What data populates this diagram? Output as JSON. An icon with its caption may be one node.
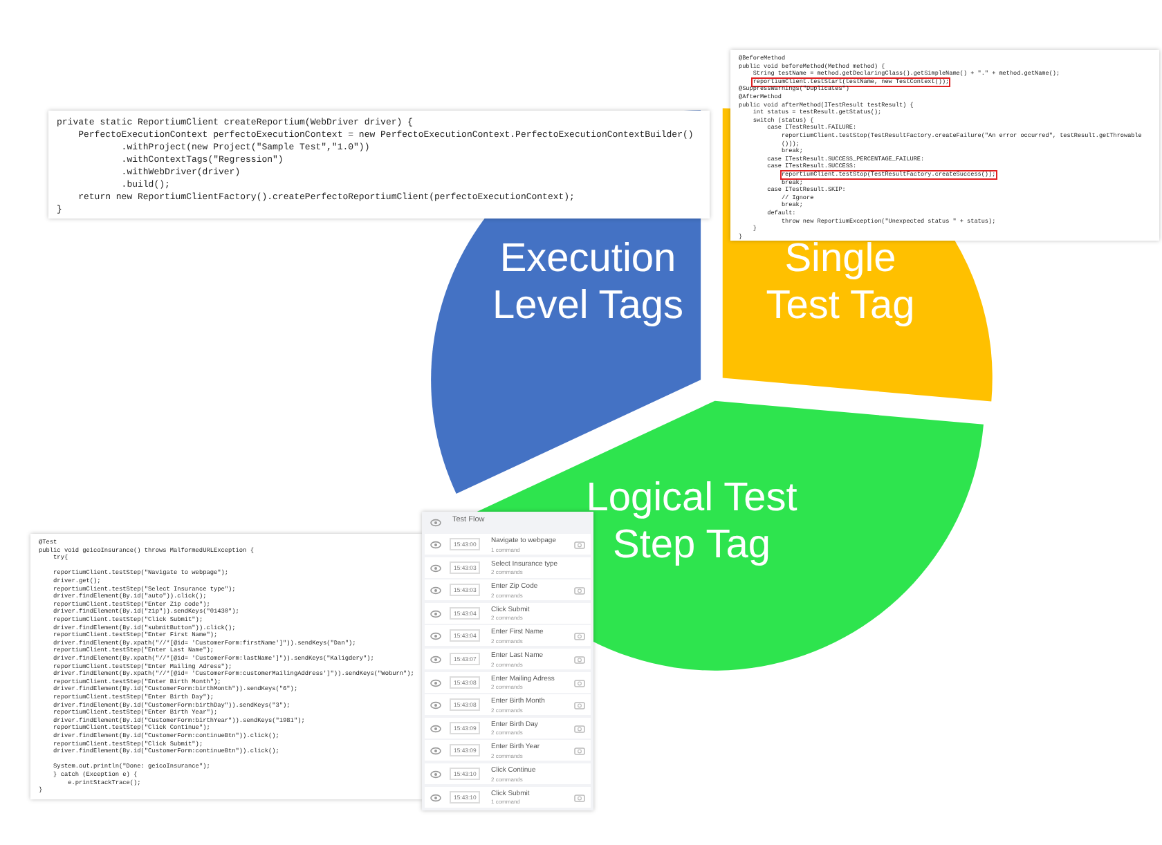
{
  "diagram": {
    "nodes": [
      {
        "text": [
          "Execution Level Tags"
        ]
      },
      {
        "text": [
          "Single Test Tag"
        ]
      },
      {
        "text": [
          "Logical Test Step Tag"
        ]
      }
    ],
    "labels": [
      "private static ReportiumClient createReportium(WebDriver driver) {",
      "PerfectoExecutionContext perfectoExecutionContext = new PerfectoExecutionContext.PerfectoExecutionContextBuilder()",
      ".withProject(new Project(\"Sample Test\",\"1.0\"))",
      ".withContextTags(\"Regression\")",
      ".withWebDriver(driver)",
      ".build();",
      "return new ReportiumClientFactory().createPerfectoReportiumClient(perfectoExecutionContext);",
      "}",
      "@BeforeMethod",
      "public void beforeMethod(Method method) {",
      "String testName = method.getDeclaringClass().getSimpleName() + \".\" + method.getName();",
      "reportiumClient.testStart(testName, new TestContext());",
      "@SuppressWarnings(\"Duplicates\")",
      "@AfterMethod",
      "public void afterMethod(ITestResult testResult) {",
      "int status = testResult.getStatus();",
      "switch (status) {",
      "case ITestResult.FAILURE:",
      "reportiumClient.testStop(TestResultFactory.createFailure(\"An error occurred\", testResult.getThrowable()));",
      "break;",
      "case ITestResult.SUCCESS_PERCENTAGE_FAILURE:",
      "case ITestResult.SUCCESS:",
      "reportiumClient.testStop(TestResultFactory.createSuccess());",
      "break;",
      "case ITestResult.SKIP:",
      "// Ignore",
      "break;",
      "default:",
      "throw new ReportiumException(\"Unexpected status \" + status);",
      "}",
      "}",
      "@Test",
      "public void geicoInsurance() throws MalformedURLException {",
      "try{",
      "reportiumClient.testStep(\"Navigate to webpage\");",
      "driver.get();",
      "reportiumClient.testStep(\"Select Insurance type\");",
      "driver.findElement(By.id(\"auto\")).click();",
      "reportiumClient.testStep(\"Enter Zip code\");",
      "driver.findElement(By.id(\"zip\")).sendKeys(\"01430\");",
      "reportiumClient.testStep(\"Click Submit\");",
      "driver.findElement(By.id(\"submitButton\")).click();",
      "reportiumClient.testStep(\"Enter First Name\");",
      "driver.findElement(By.xpath(\"//*[@id= 'CustomerForm:firstName']\")).sendKeys(\"Dan\");",
      "reportiumClient.testStep(\"Enter Last Name\");",
      "driver.findElement(By.xpath(\"//*[@id= 'CustomerForm:lastName']\")).sendKeys(\"Kaligdery\");",
      "reportiumClient.testStep(\"Enter Mailing Adress\");",
      "driver.findElement(By.xpath(\"//*[@id= 'CustomerForm:customerMailingAddress']\")).sendKeys(\"Woburn\");",
      "reportiumClient.testStep(\"Enter Birth Month\");",
      "driver.findElement(By.id(\"CustomerForm:birthMonth\")).sendKeys(\"6\");",
      "reportiumClient.testStep(\"Enter Birth Day\");",
      "driver.findElement(By.id(\"CustomerForm:birthDay\")).sendKeys(\"3\");",
      "reportiumClient.testStep(\"Enter Birth Year\");",
      "driver.findElement(By.id(\"CustomerForm:birthYear\")).sendKeys(\"1981\");",
      "reportiumClient.testStep(\"Click Continue\");",
      "driver.findElement(By.id(\"CustomerForm:continueBtn\")).click();",
      "reportiumClient.testStep(\"Click Submit\");",
      "driver.findElement(By.id(\"CustomerForm:continueBtn\")).click();",
      "System.out.println(\"Done: geicoInsurance\");",
      "} catch (Exception e) {",
      "e.printStackTrace();",
      "}",
      "Test Flow",
      "15:43:00",
      "Navigate to webpage",
      "1 command",
      "15:43:03",
      "Select Insurance type",
      "2 commands",
      "15:43:03",
      "Enter Zip Code",
      "2 commands",
      "15:43:04",
      "Click Submit",
      "2 commands",
      "15:43:04",
      "Enter First Name",
      "2 commands",
      "15:43:07",
      "Enter Last Name",
      "2 commands",
      "15:43:08",
      "Enter Mailing Adress",
      "2 commands",
      "15:43:08",
      "Enter Birth Month",
      "2 commands",
      "15:43:09",
      "Enter Birth Day",
      "2 commands",
      "15:43:09",
      "Enter Birth Year",
      "2 commands",
      "15:43:10",
      "Click Continue",
      "2 commands",
      "15:43:10",
      "Click Submit",
      "1 command"
    ]
  }
}
